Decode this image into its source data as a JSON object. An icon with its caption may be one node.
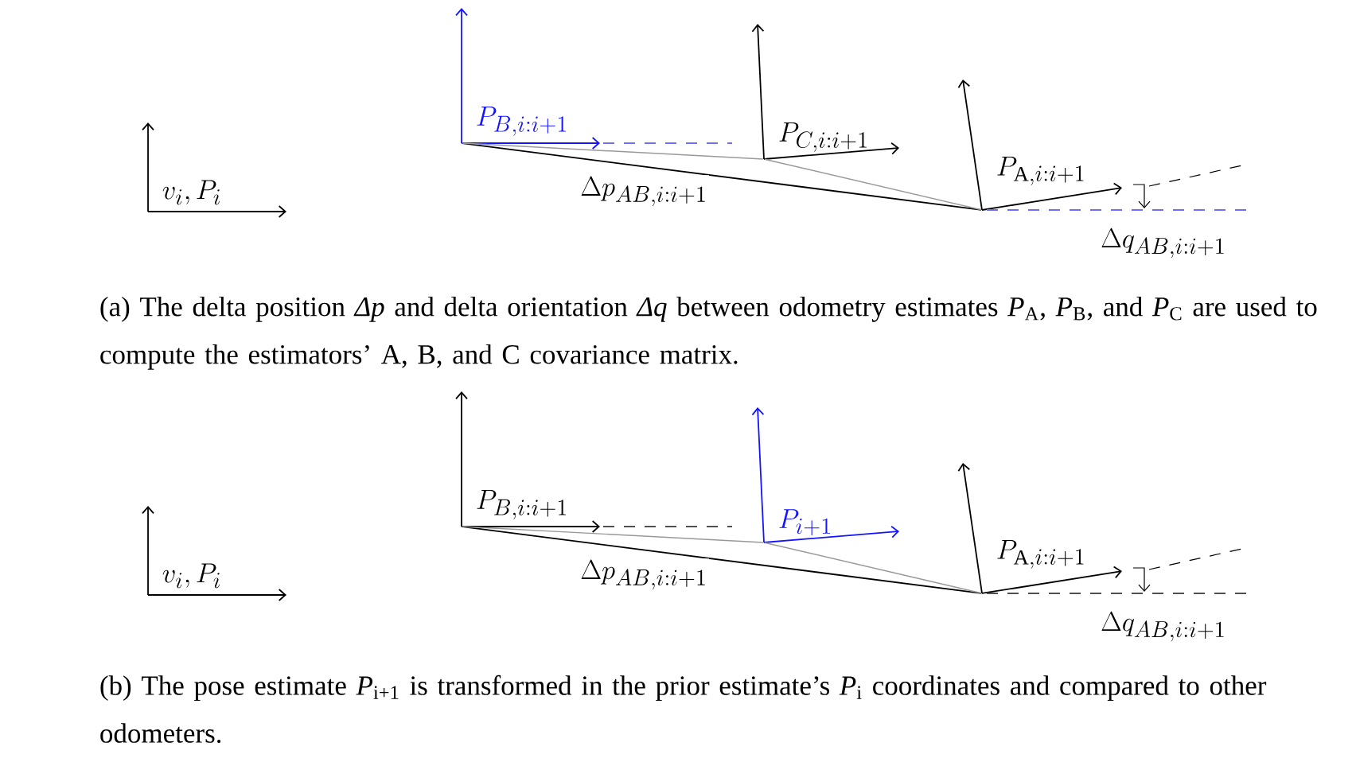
{
  "diagram": {
    "nodes": [
      {
        "text": [
          "v_i, P_i"
        ]
      },
      {
        "text": [
          "P_{B,i:i+1}"
        ]
      },
      {
        "text": [
          "P_{C,i:i+1}"
        ]
      },
      {
        "text": [
          "P_{\\mathrm{A},i:i+1}"
        ]
      },
      {
        "text": [
          "v_i, P_i"
        ]
      },
      {
        "text": [
          "P_{B,i:i+1}"
        ]
      },
      {
        "text": [
          "P_{i+1}"
        ]
      },
      {
        "text": [
          "P_{\\mathrm{A},i:i+1}"
        ]
      }
    ],
    "edges": [
      {
        "from": 1,
        "to": 3,
        "arrow": "none",
        "label": "\\Delta p_{AB,i:i+1}",
        "color": "#000000"
      },
      {
        "from": 1,
        "to": 2,
        "arrow": "none",
        "color": "#999999"
      },
      {
        "from": 2,
        "to": 3,
        "arrow": "none",
        "color": "#999999"
      },
      {
        "from": 5,
        "to": 7,
        "arrow": "none",
        "label": "\\Delta p_{AB,i:i+1}",
        "color": "#000000"
      },
      {
        "from": 5,
        "to": 6,
        "arrow": "none",
        "color": "#999999"
      },
      {
        "from": 6,
        "to": 7,
        "arrow": "none",
        "color": "#999999"
      }
    ],
    "labels": [
      "\\Delta q_{AB,i:i+1}",
      "(a) The delta position *Δp* and delta orientation *Δq* between odometry estimates *P*$_{A}$, *P*$_{B}$, and *P*$_{C}$ are used to compute the estimators’ A, B, and C covariance matrix.",
      "\\Delta q_{AB,i:i+1}",
      "(b) The pose estimate *P*$_{i+1}$ is transformed in the prior estimate’s *P*$_{i}$ coordinates and compared to other odometers."
    ]
  }
}
